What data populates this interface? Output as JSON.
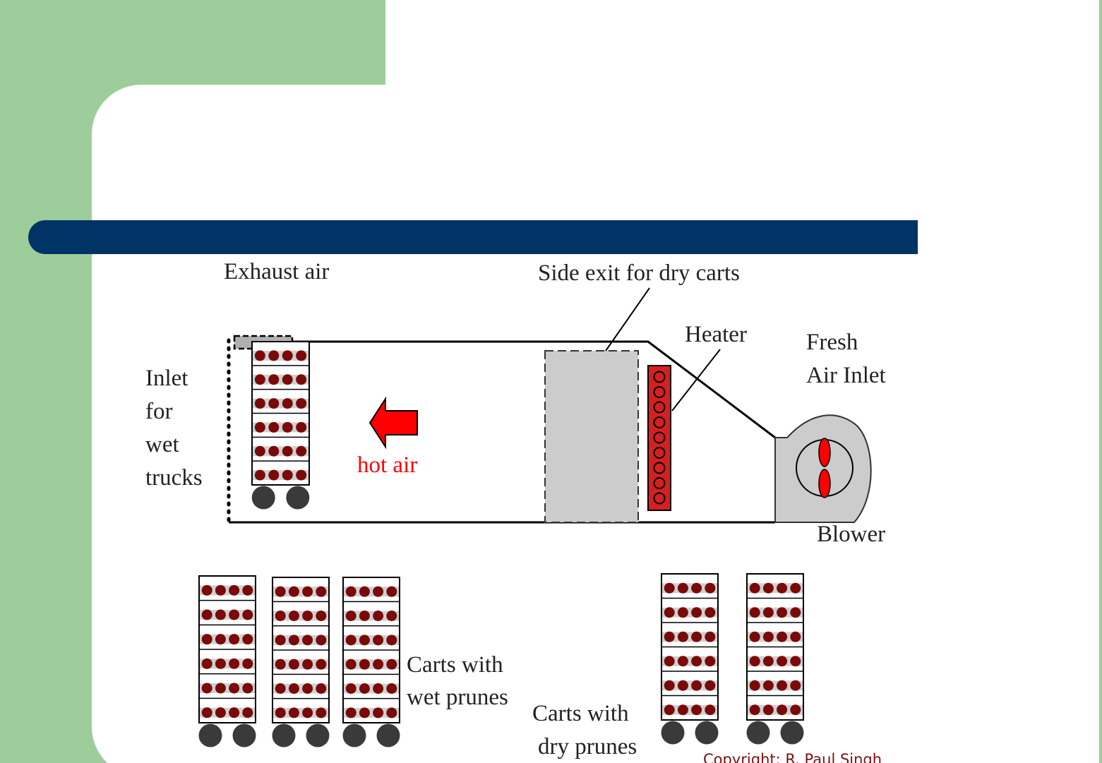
{
  "theme": {
    "green": "#9dcd9b",
    "navy": "#003366",
    "prune": "#7a0a0a",
    "heater": "#d42020",
    "arrow": "#ff0000",
    "wheel": "#3a3a3a",
    "gray_fill": "#cccccc",
    "copyright": "#7a1010"
  },
  "labels": {
    "exhaust_air": "Exhaust air",
    "side_exit": "Side exit for dry carts",
    "heater": "Heater",
    "fresh_air": [
      "Fresh",
      "Air Inlet"
    ],
    "inlet": [
      "Inlet",
      "for",
      "wet",
      "trucks"
    ],
    "hot_air": "hot air",
    "blower": "Blower",
    "wet_carts": [
      "Carts with",
      "wet prunes"
    ],
    "dry_carts": [
      "Carts with",
      "dry prunes"
    ],
    "copyright": "Copyright: R. Paul Singh"
  }
}
